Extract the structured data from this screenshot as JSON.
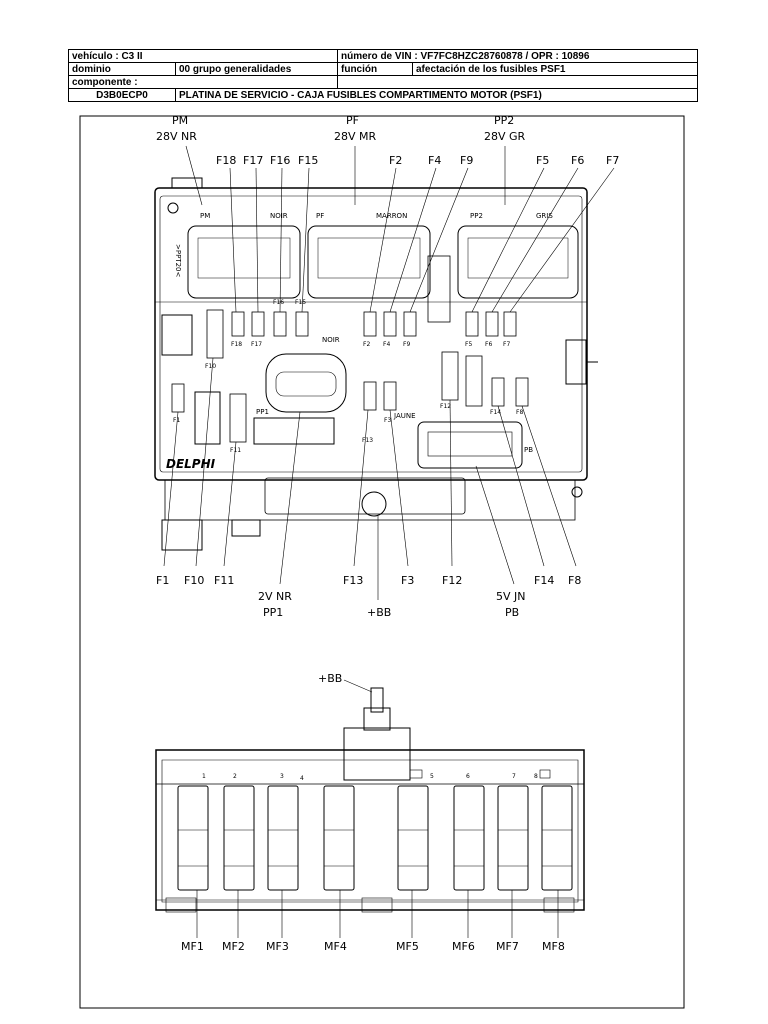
{
  "header": {
    "vehicle": "vehículo : C3 II",
    "vin": "número de VIN : VF7FC8HZC28760878 / OPR : 10896",
    "domain_label": "dominio",
    "group": "00 grupo generalidades",
    "function_label": "función",
    "function_value": "afectación de los fusibles PSF1",
    "component_label": "componente :",
    "code": "D3B0ECP0",
    "title": "PLATINA DE SERVICIO - CAJA FUSIBLES COMPARTIMENTO MOTOR (PSF1)"
  },
  "top_callouts": {
    "pm": "PM",
    "pm_sub": "28V NR",
    "pf": "PF",
    "pf_sub": "28V MR",
    "pp2": "PP2",
    "pp2_sub": "28V GR"
  },
  "top_fuse_labels": [
    "F18",
    "F17",
    "F16",
    "F15",
    "F2",
    "F4",
    "F9",
    "F5",
    "F6",
    "F7"
  ],
  "bottom_labels": [
    "F1",
    "F10",
    "F11",
    "F13",
    "F3",
    "F12",
    "F14",
    "F8"
  ],
  "pp1_label": {
    "line1": "2V NR",
    "line2": "PP1"
  },
  "bb_label": "+BB",
  "pb_label": {
    "line1": "5V JN",
    "line2": "PB"
  },
  "box_text": {
    "pm": "PM",
    "noir": "NOIR",
    "pf": "PF",
    "marron": "MARRON",
    "pp2": "PP2",
    "gris": "GRIS",
    "noir2": "NOIR",
    "jaune": "JAUNE",
    "pp1": "PP1",
    "pb": "PB",
    "ppt20": ">PPT20<",
    "delphi": "DELPHI"
  },
  "box_fuses": [
    "F18",
    "F17",
    "F16",
    "F15",
    "F2",
    "F4",
    "F9",
    "F5",
    "F6",
    "F7",
    "F10",
    "F1",
    "F11",
    "F13",
    "F3",
    "F12",
    "F14",
    "F8"
  ],
  "lower": {
    "bb": "+BB",
    "slot_numbers": [
      "1",
      "2",
      "3",
      "4",
      "5",
      "6",
      "7",
      "8"
    ],
    "mf_labels": [
      "MF1",
      "MF2",
      "MF3",
      "MF4",
      "MF5",
      "MF6",
      "MF7",
      "MF8"
    ]
  }
}
